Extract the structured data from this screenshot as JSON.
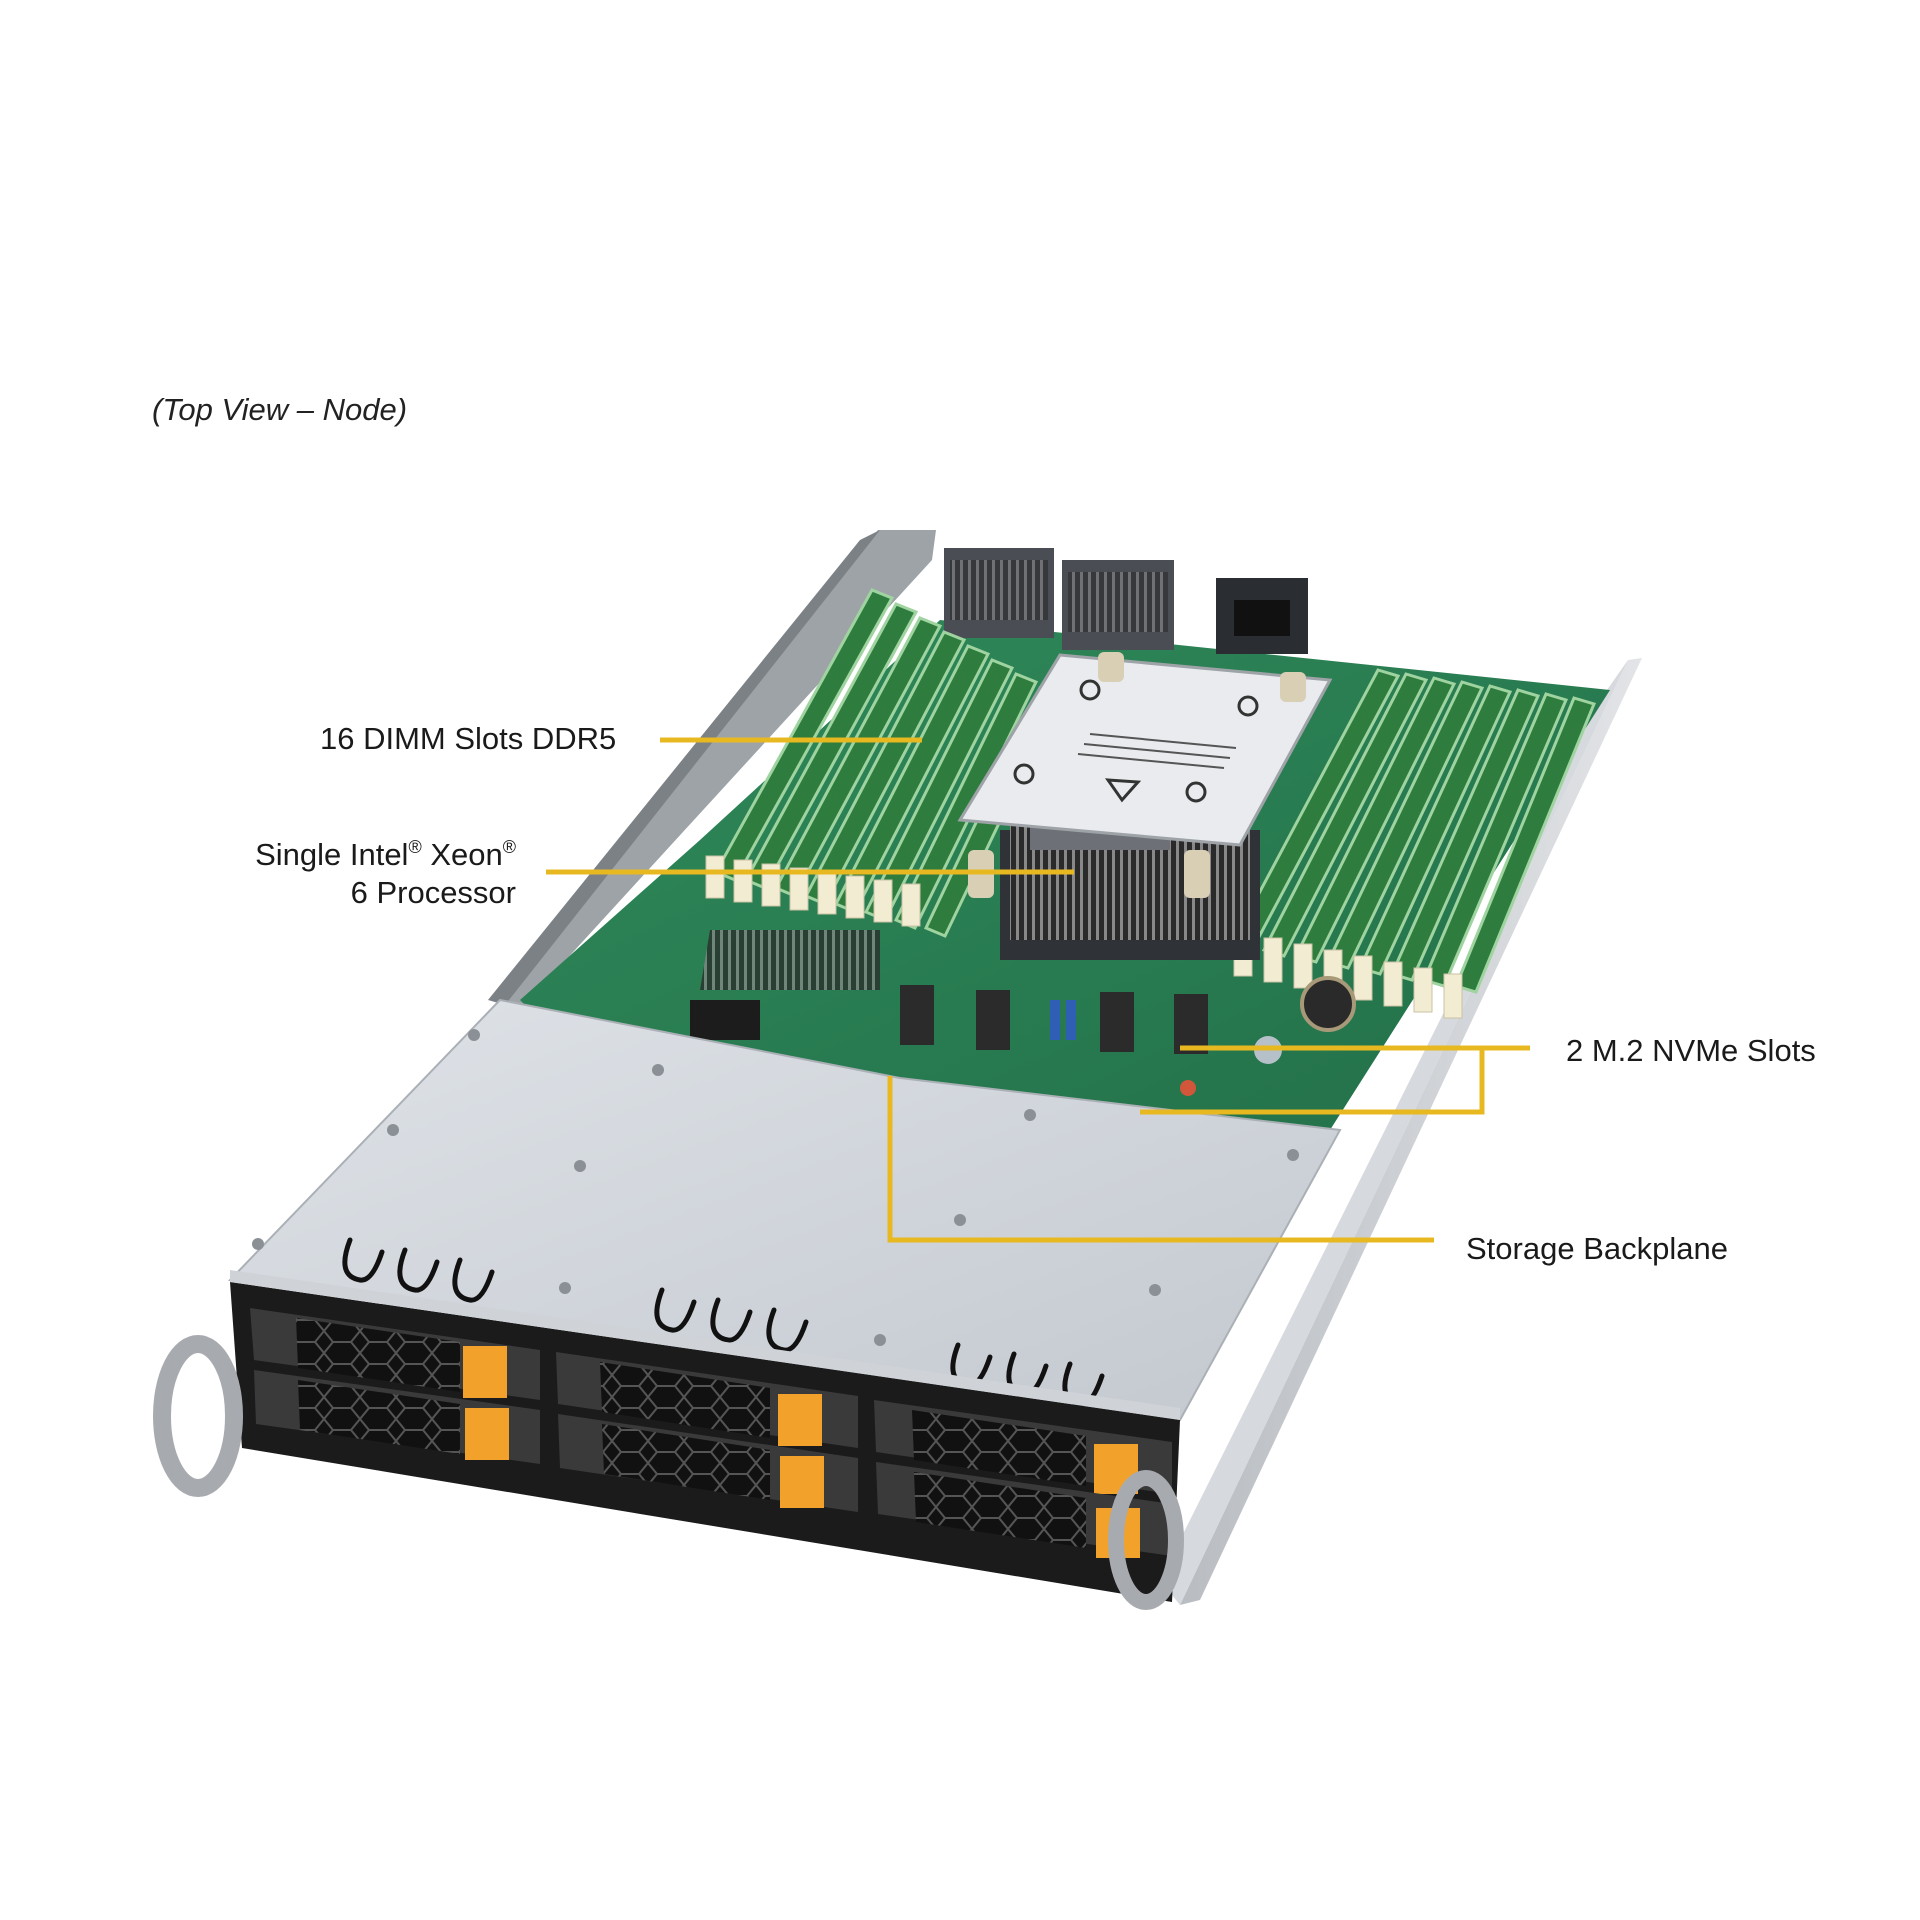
{
  "figure": {
    "caption": "(Top View – Node)",
    "subject": "server node top view",
    "accent_color": "#E8B820"
  },
  "callouts": [
    {
      "id": "dimm",
      "label": "16 DIMM Slots DDR5"
    },
    {
      "id": "cpu",
      "label_line1_a": "Single Intel",
      "label_line1_reg1": "®",
      "label_line1_b": " Xeon",
      "label_line1_reg2": "®",
      "label_line2": "6 Processor"
    },
    {
      "id": "nvme",
      "label": "2 M.2 NVMe Slots"
    },
    {
      "id": "storage",
      "label": "Storage Backplane"
    }
  ],
  "components": {
    "dimm_slots": 16,
    "front_drive_bays": 6,
    "drive_latch_color": "#F2A12A",
    "pcb_color": "#2E8B57",
    "chassis_color": "#C9CDD2"
  }
}
